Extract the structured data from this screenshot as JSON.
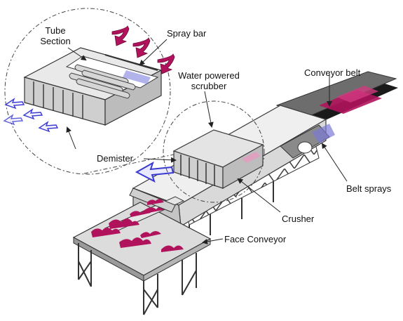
{
  "labels": {
    "tube_section_1": "Tube",
    "tube_section_2": "Section",
    "spray_bar": "Spray bar",
    "water_scrubber_1": "Water powered",
    "water_scrubber_2": "scrubber",
    "conveyor_belt": "Conveyor belt",
    "demister": "Demister",
    "belt_sprays": "Belt sprays",
    "crusher": "Crusher",
    "face_conveyor": "Face Conveyor"
  },
  "colors": {
    "material": "#b0135c",
    "airflow": "#3a3ad0",
    "spray_arrow": "#b0135c",
    "steel": "#d9d9d9",
    "steel_dark": "#a9a9a9",
    "steel_light": "#efefef",
    "belt": "#1a1a1a",
    "outline": "#3a3a3a"
  }
}
